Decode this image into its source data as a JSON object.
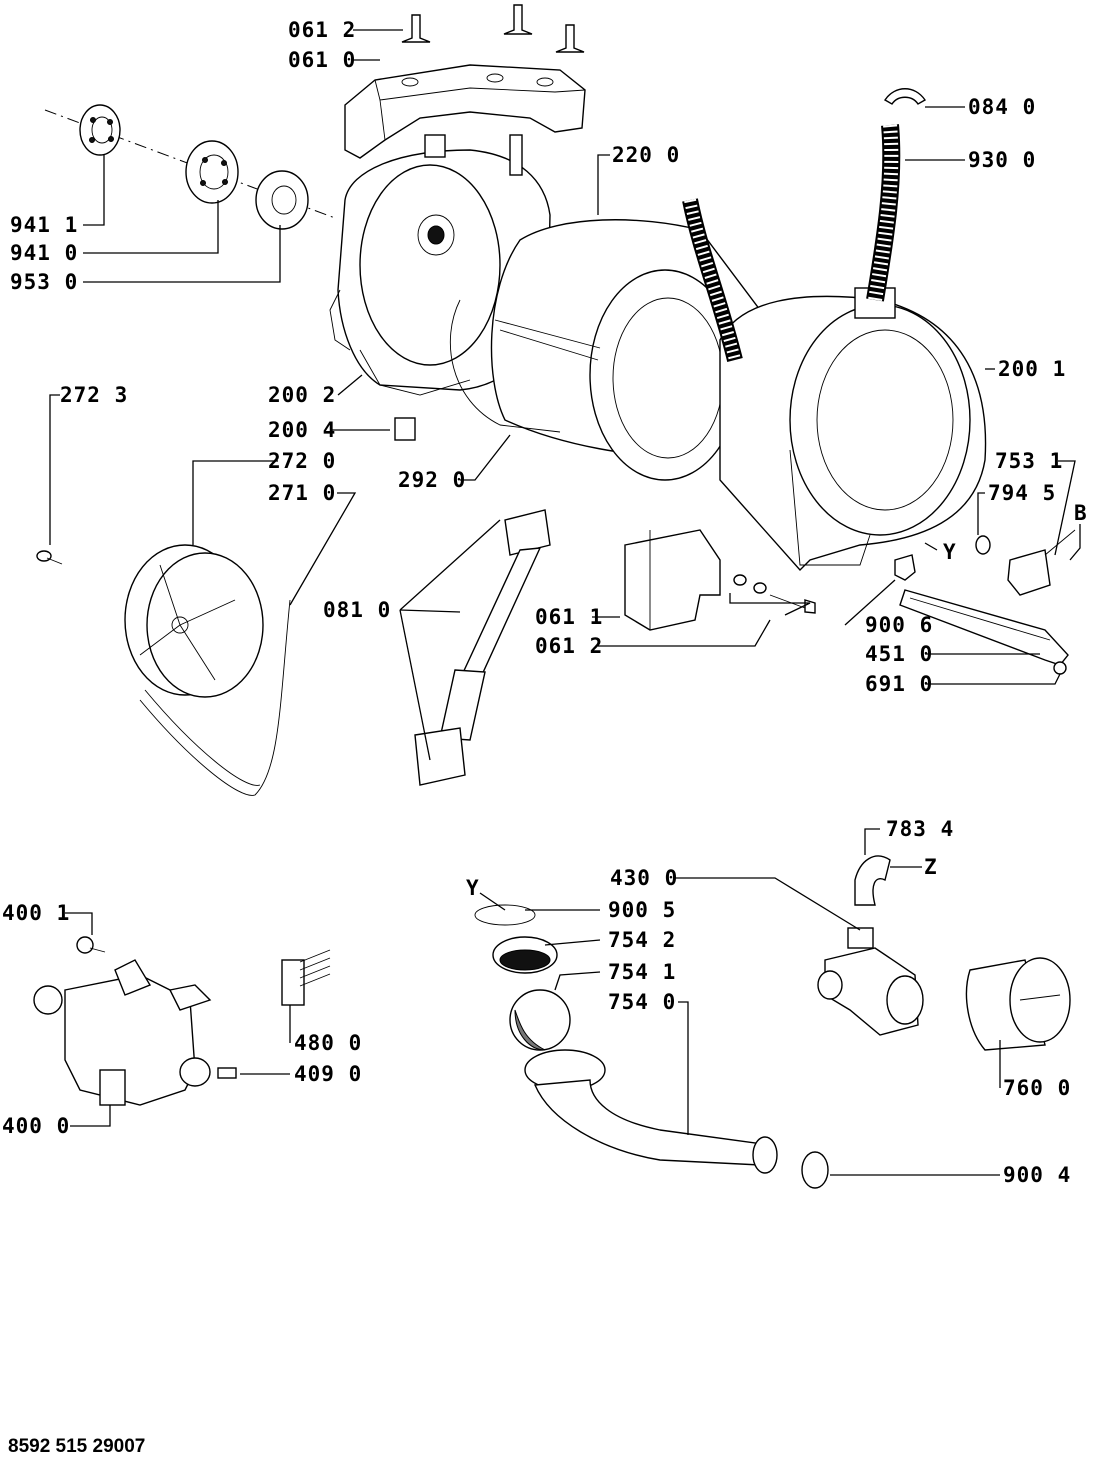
{
  "footer": {
    "code": "8592 515 29007"
  },
  "labels": {
    "p0612_top": "061 2",
    "p0610": "061 0",
    "p0840": "084 0",
    "p2200": "220 0",
    "p9300": "930 0",
    "p9411": "941 1",
    "p9410": "941 0",
    "p9530": "953 0",
    "p2723": "272 3",
    "p2002": "200 2",
    "p2004": "200 4",
    "p2720": "272 0",
    "p2710": "271 0",
    "p2920": "292 0",
    "p2001": "200 1",
    "p7531": "753 1",
    "p7945": "794 5",
    "pB": "B",
    "pY1": "Y",
    "p0810": "081 0",
    "p0611": "061 1",
    "p0612_mid": "061 2",
    "p9006": "900 6",
    "p4510": "451 0",
    "p6910": "691 0",
    "p7834": "783 4",
    "pZ": "Z",
    "p4300": "430 0",
    "pY2": "Y",
    "p9005": "900 5",
    "p7542": "754 2",
    "p7541": "754 1",
    "p7540": "754 0",
    "p4001": "400 1",
    "p4800": "480 0",
    "p4090": "409 0",
    "p4000": "400 0",
    "p7600": "760 0",
    "p9004": "900 4"
  }
}
